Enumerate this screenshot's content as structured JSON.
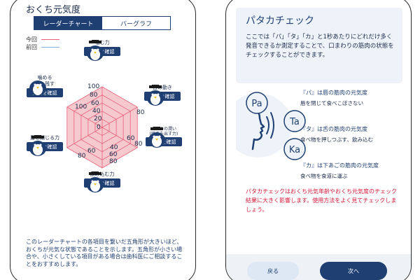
{
  "left_screen": {
    "title": "おくち元気度",
    "toggle": {
      "radar": "レーダーチャート",
      "bar": "バーグラフ"
    },
    "legend": {
      "current": "今回",
      "previous": "前回"
    },
    "axes": [
      {
        "label": "噛む力",
        "history_button": "履歴を確認"
      },
      {
        "label": "舌の動き",
        "history_button": "履歴を確認"
      },
      {
        "label": "おくちの潤い\n(唾液を出す力)",
        "history_button": "履歴を確認"
      },
      {
        "label": "飲み込む力",
        "history_button": "履歴を確認"
      },
      {
        "label": "唇を閉じる力",
        "history_button": "履歴を確認"
      },
      {
        "label": "噛める\n歯を残す",
        "history_button": "履歴を確認"
      }
    ],
    "scale_labels": {
      "l100": "100",
      "l80": "80",
      "l60": "60",
      "l40": "40",
      "l20": "20",
      "l0": "0"
    },
    "description": "このレーダーチャートの各項目を繋いだ五角形が大きいほど、おくちが元気な状態であることを示します。五角形が小さい場合や、小さくしている項目がある場合は歯科医にご相談することをおすすめします。"
  },
  "right_screen": {
    "title": "パタカチェック",
    "intro": "ここでは「パ」「タ」「カ」と1秒あたりにどれだけ多く発音できるか測定することで、口まわりの筋肉の状態をチェックすることができます。",
    "bubbles": [
      "Pa",
      "Ta",
      "Ka"
    ],
    "items": [
      {
        "title": "『パ』は唇の筋肉の元気度",
        "sub": "唇を閉じて食べこぼさない"
      },
      {
        "title": "『タ』は舌の筋肉の元気度",
        "sub": "食べ物を押しつぶす、飲み込む"
      },
      {
        "title": "『カ』は下あごの筋肉の元気度",
        "sub": "食べ物を食道に運ぶ"
      }
    ],
    "notice": "パタカチェックはおくち元気年齢やおくち元気度のチェック結果に大きく影響します。使用方法をよく見てチェックしましょう。",
    "buttons": {
      "back": "戻る",
      "next": "次へ"
    }
  },
  "colors": {
    "navy": "#1f3f73",
    "current_line": "#e8607a",
    "previous_line": "#7fb0e0",
    "radar_fill": "#f6c9cf",
    "notice": "#d4183b"
  },
  "chart_data": {
    "type": "radar",
    "categories": [
      "噛む力",
      "舌の動き",
      "おくちの潤い",
      "飲み込む力",
      "唇を閉じる力",
      "噛める歯を残す"
    ],
    "rlim": [
      0,
      100
    ],
    "ticks": [
      0,
      20,
      40,
      60,
      80,
      100
    ]
  }
}
